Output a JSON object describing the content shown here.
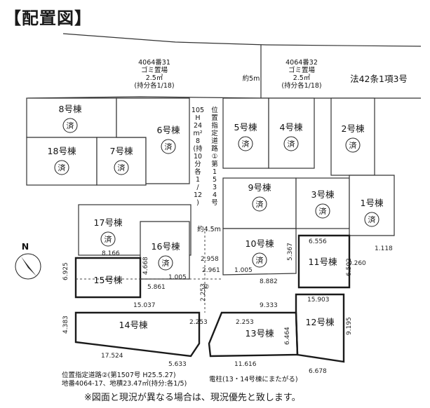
{
  "title": "【配置図】",
  "footer_note": "※図面と現況が異なる場合は、現況優先と致します。",
  "north_label": "N",
  "garbage_left": {
    "line1": "4064番31",
    "line2": "ゴミ置場",
    "line3": "2.5㎡",
    "line4": "(持分各1/18)"
  },
  "garbage_right": {
    "line1": "4064番32",
    "line2": "ゴミ置場",
    "line3": "2.5㎡",
    "line4": "(持分各1/18)"
  },
  "road_label": "法42条1項3号",
  "width_5m": "約5m",
  "width_45m": "約4.5m",
  "road1_vertical": [
    "105",
    "H",
    "24",
    "m²",
    "8",
    "(持",
    "10",
    "分",
    "各",
    "1",
    "/",
    "12",
    ")",
    "位",
    "置",
    "指",
    "定",
    "道",
    "路",
    "①",
    "第",
    "1",
    "5",
    "3",
    "4",
    "号"
  ],
  "road2_note": {
    "line1": "位置指定道路②(第1507号 H25.5.27)",
    "line2": "地番4064-17、地積23.47㎡(持分:各1/5)"
  },
  "pole_note": "電柱(13・14号棟にまたがる)",
  "road2_mark": "②",
  "sold_mark": "済",
  "lots": [
    {
      "id": "8",
      "label": "8号棟",
      "sold": true
    },
    {
      "id": "18",
      "label": "18号棟",
      "sold": true
    },
    {
      "id": "7",
      "label": "7号棟",
      "sold": true
    },
    {
      "id": "6",
      "label": "6号棟",
      "sold": true
    },
    {
      "id": "5",
      "label": "5号棟",
      "sold": true
    },
    {
      "id": "4",
      "label": "4号棟",
      "sold": true
    },
    {
      "id": "2",
      "label": "2号棟",
      "sold": true
    },
    {
      "id": "9",
      "label": "9号棟",
      "sold": true
    },
    {
      "id": "3",
      "label": "3号棟",
      "sold": true
    },
    {
      "id": "1",
      "label": "1号棟",
      "sold": true
    },
    {
      "id": "17",
      "label": "17号棟",
      "sold": true
    },
    {
      "id": "16",
      "label": "16号棟",
      "sold": true
    },
    {
      "id": "10",
      "label": "10号棟",
      "sold": true
    },
    {
      "id": "11",
      "label": "11号棟",
      "sold": false
    },
    {
      "id": "15",
      "label": "15号棟",
      "sold": false
    },
    {
      "id": "14",
      "label": "14号棟",
      "sold": false
    },
    {
      "id": "13",
      "label": "13号棟",
      "sold": false
    },
    {
      "id": "12",
      "label": "12号棟",
      "sold": false
    }
  ],
  "dimensions": {
    "d8166": "8.166",
    "d6925": "6.925",
    "d4668": "4.668",
    "d5861": "5.861",
    "d1005a": "1.005",
    "d1005b": "1.005",
    "d2958": "2.958",
    "d2961": "2.961",
    "d15037": "15.037",
    "d2253a": "2.253",
    "d2253b": "2.253",
    "d2253c": "2.253",
    "d4383": "4.383",
    "d17524": "17.524",
    "d5633": "5.633",
    "d11616": "11.616",
    "d6678": "6.678",
    "d9195": "9.195",
    "d6464": "6.464",
    "d15903": "15.903",
    "d9333": "9.333",
    "d8882": "8.882",
    "d5367": "5.367",
    "d6556": "6.556",
    "d1118": "1.118",
    "d0260": "0.260",
    "d6502": "6.502"
  }
}
